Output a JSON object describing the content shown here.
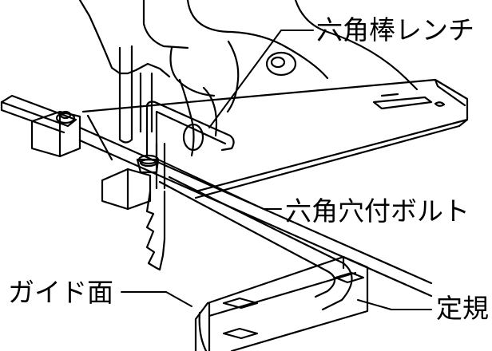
{
  "labels": {
    "hex_wrench": "六角棒レンチ",
    "hex_socket_bolt": "六角穴付ボルト",
    "guide_surface": "ガイド面",
    "rip_fence": "定規"
  },
  "colors": {
    "line": "#000000",
    "background": "#ffffff"
  }
}
